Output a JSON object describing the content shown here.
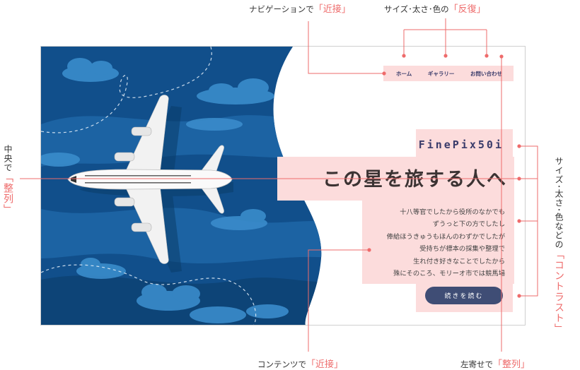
{
  "annotations": {
    "nav_proximity_prefix": "ナビゲーションで",
    "nav_proximity_em": "「近接」",
    "repetition_prefix": "サイズ･太さ･色の",
    "repetition_em": "「反復」",
    "center_align_prefix": "中央で",
    "center_align_em": "「整列」",
    "contrast_prefix": "サイズ･太さ･色などの",
    "contrast_em": "「コントラスト」",
    "content_proximity_prefix": "コンテンツで",
    "content_proximity_em": "「近接」",
    "left_align_prefix": "左寄せで",
    "left_align_em": "「整列」"
  },
  "mockup": {
    "nav": [
      "ホーム",
      "ギャラリー",
      "お問い合わせ"
    ],
    "brand": "FinePix50i",
    "title": "この星を旅する人へ",
    "body": [
      "十八等官でしたから役所のなかでも",
      "ずうっと下の方でしたし",
      "俸給ほうきゅうもほんのわずかでしたが",
      "受持ちが標本の採集や整理で",
      "生れ付き好きなことでしたから",
      "殊にそのころ、モリーオ市では競馬場"
    ],
    "cta": "続きを読む"
  },
  "colors": {
    "accent": "#ee6b6b",
    "highlight": "#fcdcdc",
    "navy": "#3f4d75",
    "sky_dark": "#0f4f8a",
    "sky_light": "#2e7bbf"
  }
}
